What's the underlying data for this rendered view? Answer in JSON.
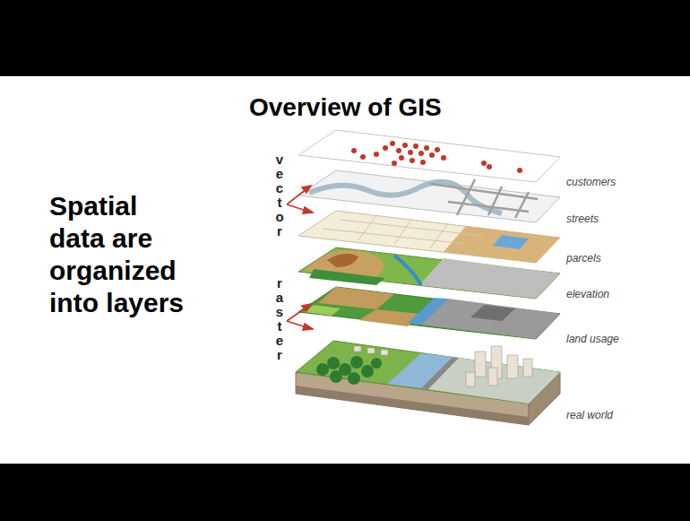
{
  "diagram": {
    "title": "Overview of GIS",
    "labels": [
      "Spatial data are organized into layers",
      "vector",
      "raster",
      "customers",
      "streets",
      "parcels",
      "elevation",
      "land usage",
      "real world"
    ]
  }
}
